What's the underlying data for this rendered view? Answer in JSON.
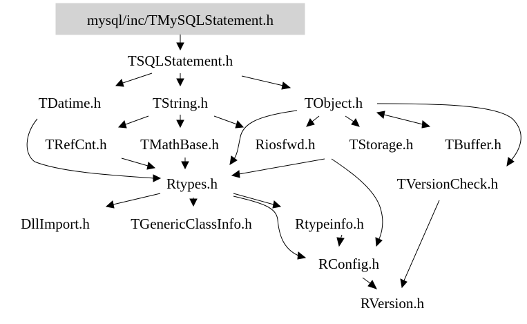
{
  "graph": {
    "root_fill": "#d3d3d3",
    "nodes": {
      "root": "mysql/inc/TMySQLStatement.h",
      "tsqlstatement": "TSQLStatement.h",
      "tdatime": "TDatime.h",
      "tstring": "TString.h",
      "tobject": "TObject.h",
      "trefcnt": "TRefCnt.h",
      "tmathbase": "TMathBase.h",
      "riosfwd": "Riosfwd.h",
      "tstorage": "TStorage.h",
      "tbuffer": "TBuffer.h",
      "rtypes": "Rtypes.h",
      "tversioncheck": "TVersionCheck.h",
      "dllimport": "DllImport.h",
      "tgenericclassinfo": "TGenericClassInfo.h",
      "rtypeinfo": "Rtypeinfo.h",
      "rconfig": "RConfig.h",
      "rversion": "RVersion.h"
    }
  }
}
